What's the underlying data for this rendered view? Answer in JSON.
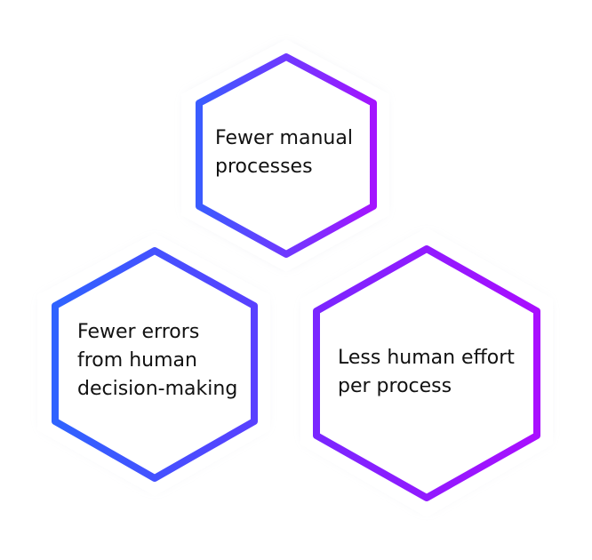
{
  "colors": {
    "blue": "#3366ff",
    "purple": "#aa11ff",
    "halo": "#ffffff",
    "shadow": "#d9dce6",
    "text": "#111111"
  },
  "hexagons": [
    {
      "id": "top",
      "lines": [
        "Fewer manual",
        "processes"
      ]
    },
    {
      "id": "left",
      "lines": [
        "Fewer errors",
        "from human",
        "decision-making"
      ]
    },
    {
      "id": "right",
      "lines": [
        "Less human effort",
        "per process"
      ]
    }
  ]
}
